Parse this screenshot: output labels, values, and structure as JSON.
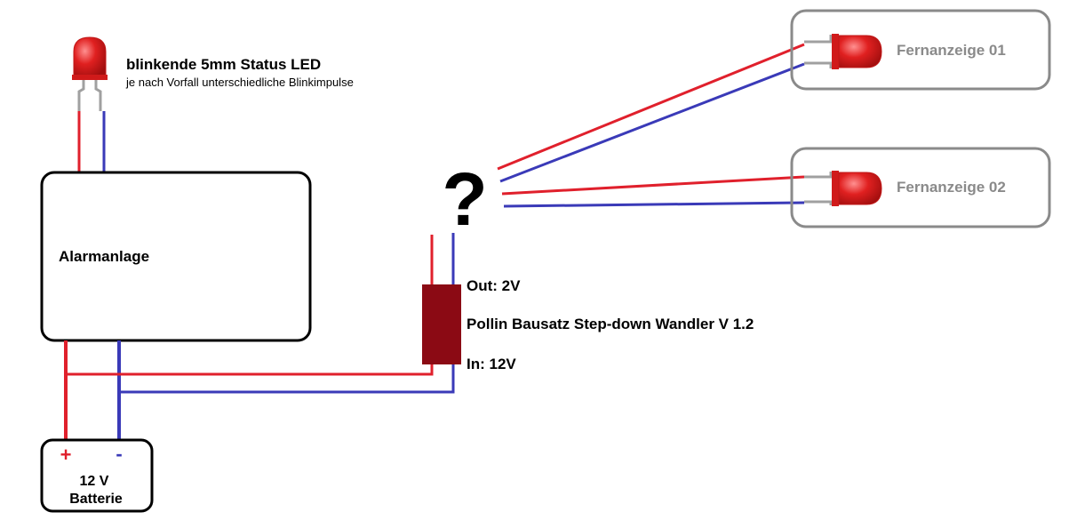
{
  "status_led": {
    "title": "blinkende 5mm Status LED",
    "subtitle": "je nach Vorfall unterschiedliche Blinkimpulse"
  },
  "alarm": {
    "label": "Alarmanlage"
  },
  "battery": {
    "plus": "+",
    "minus": "-",
    "voltage": "12 V",
    "label": "Batterie"
  },
  "converter": {
    "out_label": "Out: 2V",
    "name": "Pollin Bausatz Step-down Wandler V 1.2",
    "in_label": "In: 12V"
  },
  "question_mark": "?",
  "remote_1": {
    "label": "Fernanzeige 01"
  },
  "remote_2": {
    "label": "Fernanzeige 02"
  },
  "colors": {
    "wire_positive": "#e0202c",
    "wire_negative": "#3a3ab8",
    "led_red": "#e02020",
    "converter_body": "#8b0a14",
    "box_stroke": "#000000",
    "remote_stroke": "#8a8a8a",
    "remote_text": "#8a8a8a"
  },
  "icons": [
    "led-icon",
    "led-icon",
    "led-icon"
  ]
}
